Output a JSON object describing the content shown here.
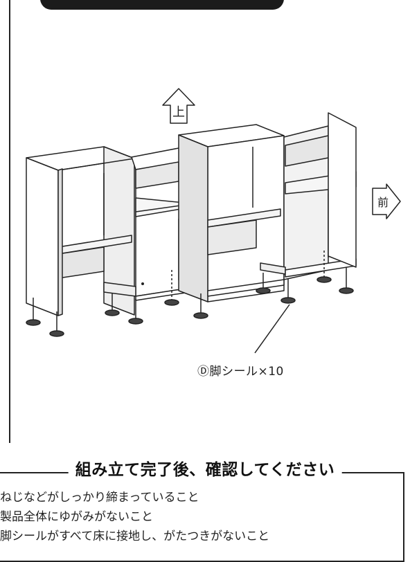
{
  "diagram": {
    "label_up": "上",
    "label_front": "前",
    "callout": "Ⓓ脚シール×10"
  },
  "checklist": {
    "title": "組み立て完了後、確認してください",
    "items": [
      "ねじなどがしっかり締まっていること",
      "製品全体にゆがみがないこと",
      "脚シールがすべて床に接地し、がたつきがないこと"
    ]
  }
}
